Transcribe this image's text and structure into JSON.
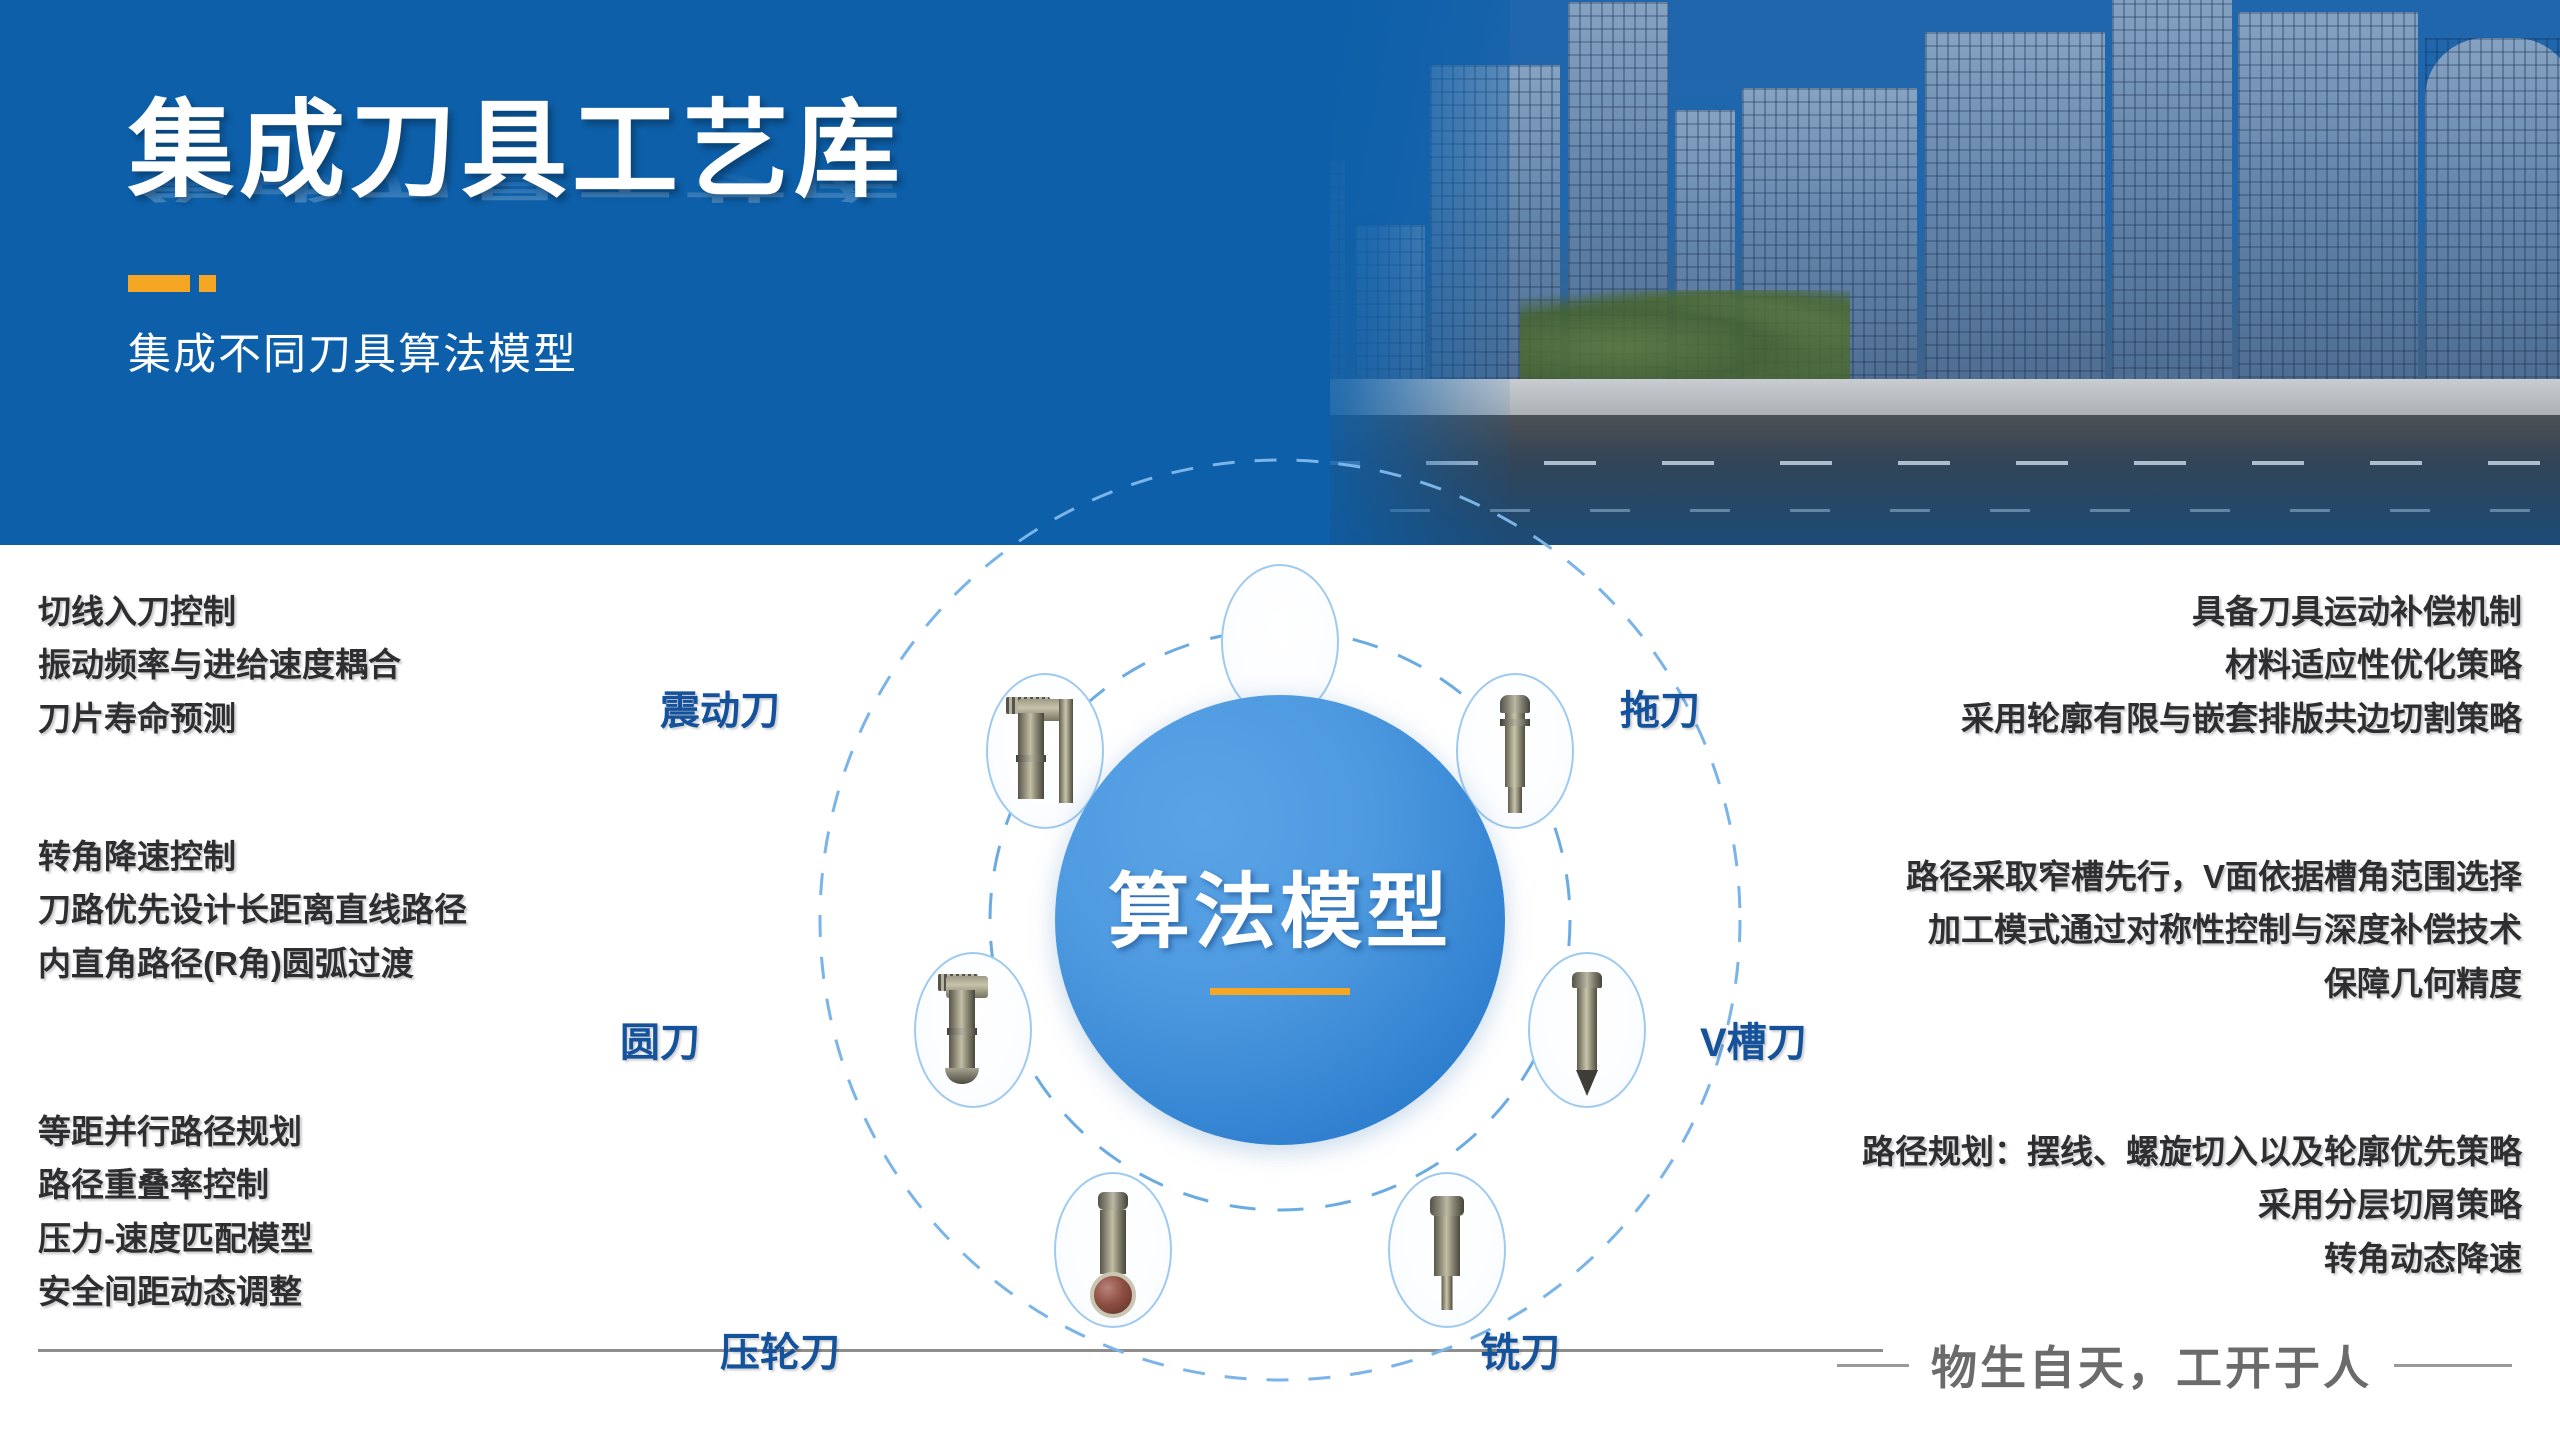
{
  "header": {
    "title": "集成刀具工艺库",
    "subtitle": "集成不同刀具算法模型",
    "accent_color": "#f5a623",
    "background_color": "#0d5fa9"
  },
  "diagram": {
    "center_label": "算法模型",
    "center_color": "#3f8fd8",
    "node_label_color": "#14529c",
    "nodes": [
      {
        "label": "震动刀",
        "tool_icon": "vibration-knife-icon"
      },
      {
        "label": "拖刀",
        "tool_icon": "drag-knife-icon"
      },
      {
        "label": "V槽刀",
        "tool_icon": "v-groove-knife-icon"
      },
      {
        "label": "铣刀",
        "tool_icon": "milling-cutter-icon"
      },
      {
        "label": "压轮刀",
        "tool_icon": "press-wheel-knife-icon"
      },
      {
        "label": "圆刀",
        "tool_icon": "round-knife-icon"
      }
    ]
  },
  "left_columns": [
    {
      "lines": [
        "切线入刀控制",
        "振动频率与进给速度耦合",
        "刀片寿命预测"
      ]
    },
    {
      "lines": [
        "转角降速控制",
        "刀路优先设计长距离直线路径",
        "内直角路径(R角)圆弧过渡"
      ]
    },
    {
      "lines": [
        "等距并行路径规划",
        "路径重叠率控制",
        "压力-速度匹配模型",
        "安全间距动态调整"
      ]
    }
  ],
  "right_columns": [
    {
      "lines": [
        "具备刀具运动补偿机制",
        "材料适应性优化策略",
        "采用轮廓有限与嵌套排版共边切割策略"
      ]
    },
    {
      "lines": [
        "路径采取窄槽先行，V面依据槽角范围选择",
        "加工模式通过对称性控制与深度补偿技术",
        "保障几何精度"
      ]
    },
    {
      "lines": [
        "路径规划：摆线、螺旋切入以及轮廓优先策略",
        "采用分层切屑策略",
        "转角动态降速"
      ]
    }
  ],
  "footer": {
    "tagline": "物生自天，工开于人",
    "rule_color": "#8d8d8d",
    "text_color": "#6b6b6b"
  }
}
